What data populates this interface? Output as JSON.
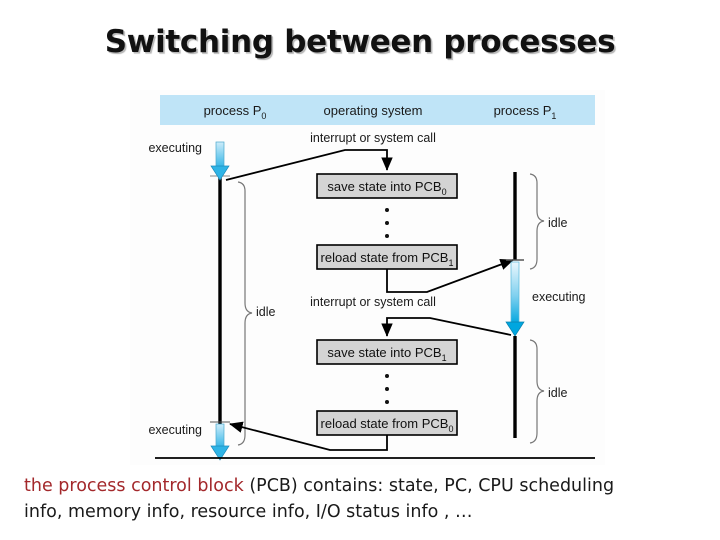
{
  "slide": {
    "title": "Switching between processes",
    "title_color": "#111111"
  },
  "diagram": {
    "header": {
      "background_color": "#bfe4f7",
      "columns": [
        {
          "label": "process P",
          "sub": "0",
          "name": "process-p0"
        },
        {
          "label": "operating system",
          "sub": "",
          "name": "operating-system"
        },
        {
          "label": "process P",
          "sub": "1",
          "name": "process-p1"
        }
      ]
    },
    "events": [
      {
        "label": "interrupt or system call",
        "name": "interrupt-label-1"
      },
      {
        "label": "interrupt or system call",
        "name": "interrupt-label-2"
      }
    ],
    "os_steps": [
      {
        "text": "save state into PCB",
        "sub": "0",
        "name": "save-state-pcb0"
      },
      {
        "text": "reload state from PCB",
        "sub": "1",
        "name": "reload-state-pcb1"
      },
      {
        "text": "save state into PCB",
        "sub": "1",
        "name": "save-state-pcb1"
      },
      {
        "text": "reload state from PCB",
        "sub": "0",
        "name": "reload-state-pcb0"
      }
    ],
    "p0_states": [
      {
        "label": "executing",
        "name": "p0-executing-top"
      },
      {
        "label": "idle",
        "name": "p0-idle"
      },
      {
        "label": "executing",
        "name": "p0-executing-bottom"
      }
    ],
    "p1_states": [
      {
        "label": "idle",
        "name": "p1-idle-top"
      },
      {
        "label": "executing",
        "name": "p1-executing"
      },
      {
        "label": "idle",
        "name": "p1-idle-bottom"
      }
    ],
    "colors": {
      "box_fill": "#d4d4d4",
      "box_stroke": "#000000",
      "executing_arrow": "#29ABE2",
      "timeline": "#000000"
    },
    "ellipsis_dots": 3
  },
  "caption": {
    "highlight": "the process control block",
    "rest_line1": " (PCB) contains: state, PC, CPU scheduling",
    "line2": "info, memory info, resource info, I/O status info , …",
    "highlight_color": "#A3282B"
  }
}
